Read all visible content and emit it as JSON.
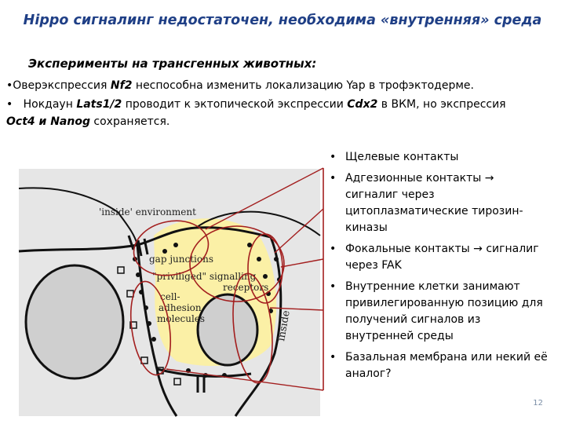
{
  "slide": {
    "title": "Hippo сигналинг  недостаточен, необходима «внутренняя» среда",
    "subtitle": "Эксперименты на трансгенных животных:",
    "points": [
      {
        "parts": [
          "Оверэкспрессия ",
          "Nf2",
          " неспособна изменить локализацию Yap в трофэктодерме."
        ]
      },
      {
        "parts": [
          "Нокдаун ",
          "Lats1/2",
          " проводит к эктопической экспрессии ",
          "Cdx2",
          " в ВКМ, но экспрессия ",
          "Oct4 и Nanog",
          " сохраняется."
        ]
      }
    ],
    "bullets": [
      "Щелевые контакты",
      "Адгезионные контакты → сигналиг через цитоплазматические тирозин-киназы",
      "Фокальные контакты → сигналиг через FAK",
      "Внутренние клетки занимают привилегированную позицию для получений сигналов из внутренней среды",
      "Базальная мембрана или некий её аналог?"
    ],
    "page_number": "12"
  },
  "diagram": {
    "labels": {
      "inside_env": "'inside' environment",
      "gap_junctions": "gap junctions",
      "privileged": "\"priviliged\" signalling",
      "receptors": "receptors",
      "cell": "cell-",
      "adhesion": "adhesion",
      "molecules": "molecules",
      "inside": "inside"
    },
    "colors": {
      "title": "#1f3f86",
      "cell_fill": "#e6e6e6",
      "yellow": "#fbf0a6",
      "nucleus": "#cfcfcf",
      "callout": "#a31f1f"
    }
  }
}
